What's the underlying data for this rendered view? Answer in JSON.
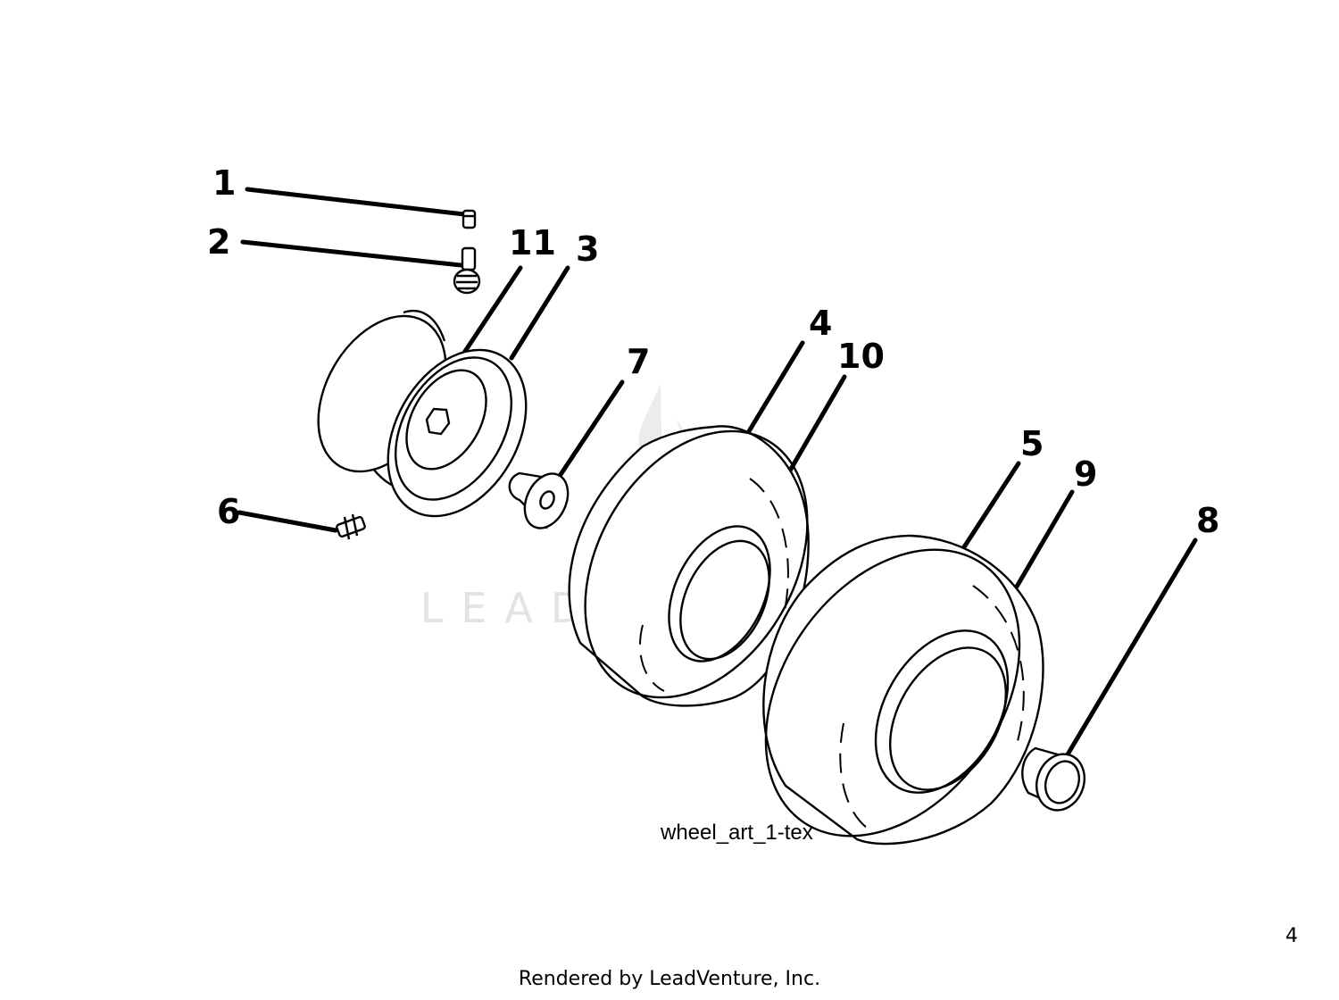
{
  "watermark": {
    "text": "LEADVENTURE"
  },
  "callouts": [
    "1",
    "2",
    "11",
    "3",
    "7",
    "4",
    "10",
    "5",
    "9",
    "8",
    "6"
  ],
  "art_label": "wheel_art_1-tex",
  "footer": "Rendered by LeadVenture, Inc.",
  "corner_mark": "4"
}
